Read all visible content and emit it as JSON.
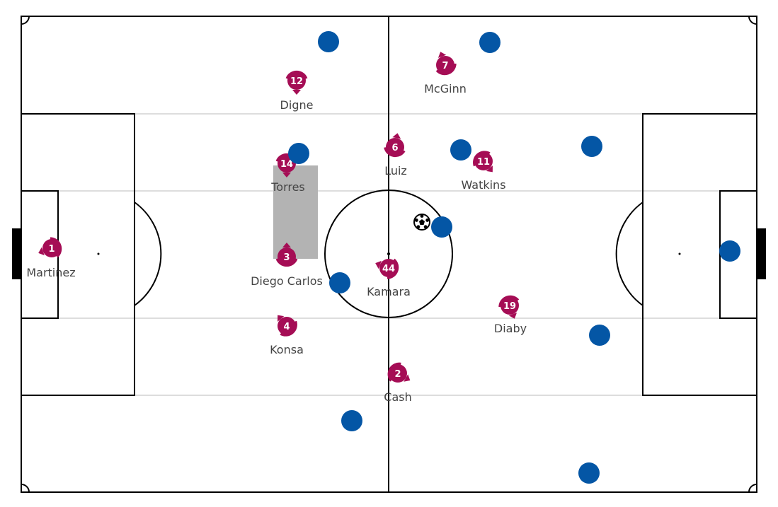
{
  "colors": {
    "home": "#a50d55",
    "away": "#0456a5",
    "pitch_lines": "#000000",
    "zone_lines": "#dddddd",
    "highlight_box": "#b3b3b3",
    "label_text": "#444444"
  },
  "ball_icon": "football-icon",
  "home_players": [
    {
      "number": "1",
      "name": "Martinez"
    },
    {
      "number": "12",
      "name": "Digne"
    },
    {
      "number": "14",
      "name": "Torres"
    },
    {
      "number": "3",
      "name": "Diego Carlos"
    },
    {
      "number": "4",
      "name": "Konsa"
    },
    {
      "number": "6",
      "name": "Luiz"
    },
    {
      "number": "44",
      "name": "Kamara"
    },
    {
      "number": "2",
      "name": "Cash"
    },
    {
      "number": "7",
      "name": "McGinn"
    },
    {
      "number": "11",
      "name": "Watkins"
    },
    {
      "number": "19",
      "name": "Diaby"
    }
  ],
  "away_player_count": 11
}
